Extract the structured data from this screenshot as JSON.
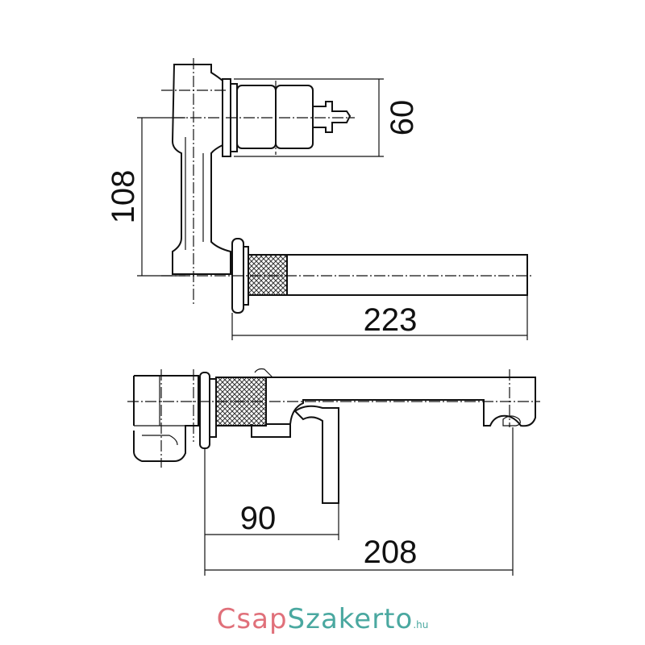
{
  "dimensions": {
    "height_top": "108",
    "cartridge_depth": "60",
    "total_length_top": "223",
    "lever_offset": "90",
    "total_length_bottom": "208"
  },
  "brand": {
    "name": "CsapSzakerto",
    "suffix": ".hu",
    "colors": {
      "primary": "#e0707a",
      "accent": "#4aa8a0"
    }
  }
}
